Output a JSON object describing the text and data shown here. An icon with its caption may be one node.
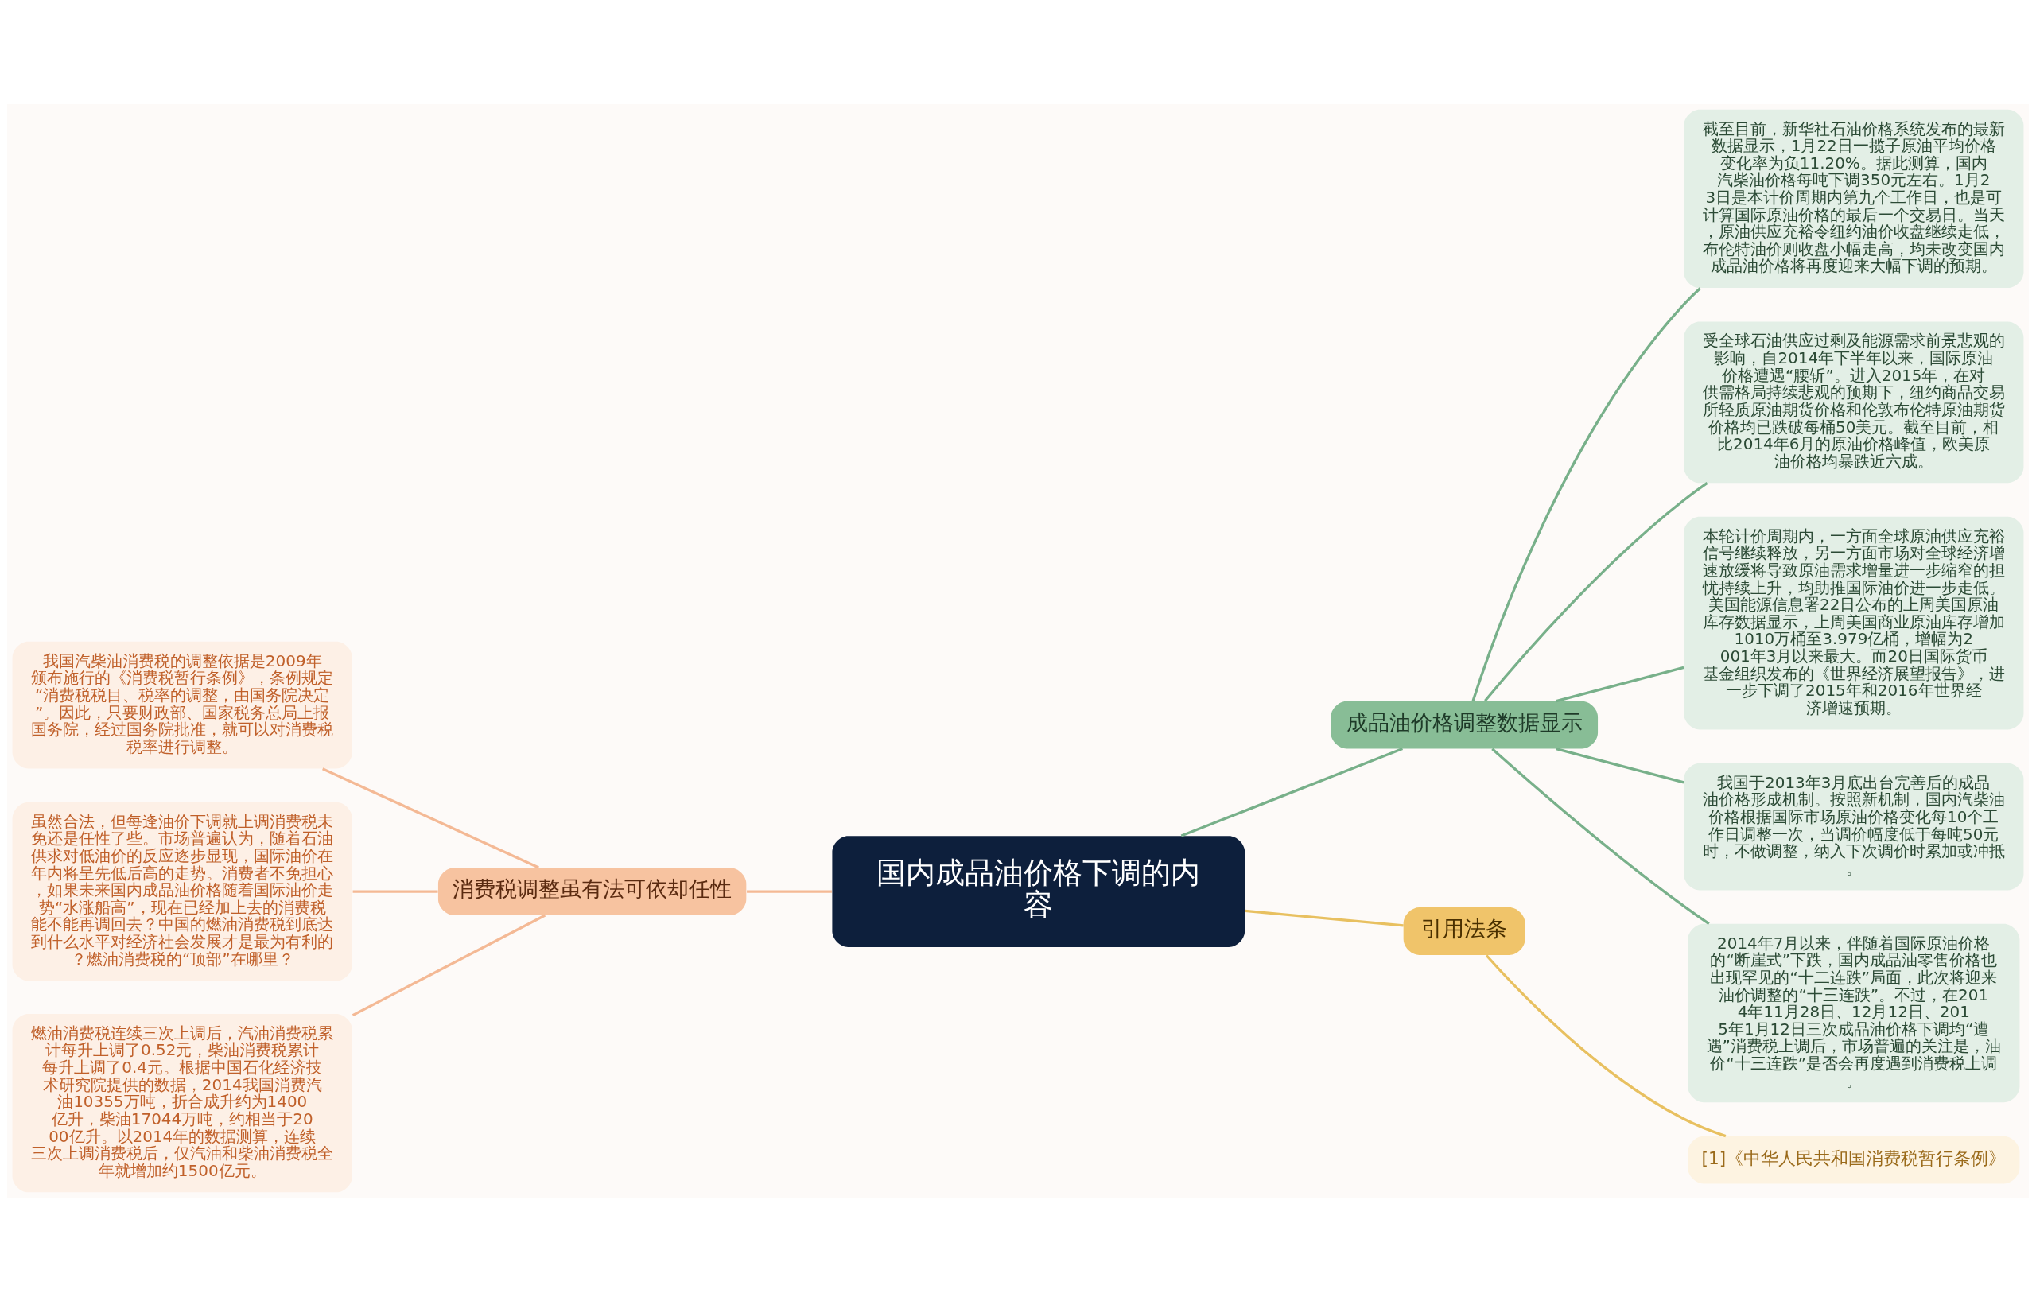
{
  "diagram": {
    "nodes": [
      {
        "text": [
          "国内成品油价格下调的内容"
        ]
      },
      {
        "text": [
          "成品油价格调整数据显示"
        ]
      },
      {
        "text": [
          "截至目前，新华社石油价格系统发布的最新数据显示，1月22日一揽子原油平均价格变化率为负11.20%。据此测算，国内汽柴油价格每吨下调350元左右。1月23日是本计价周期内第九个工作日，也是可计算国际原油价格的最后一个交易日。当天，原油供应充裕令纽约油价收盘继续走低，布伦特油价则收盘小幅走高，均未改变国内成品油价格将再度迎来大幅下调的预期。"
        ]
      },
      {
        "text": [
          "受全球石油供应过剩及能源需求前景悲观的影响，自2014年下半年以来，国际原油价格遭遇“腰斩”。进入2015年，在对供需格局持续悲观的预期下，纽约商品交易所轻质原油期货价格和伦敦布伦特原油期货价格均已跌破每桶50美元。截至目前，相比2014年6月的原油价格峰值，欧美原油价格均暴跌近六成。"
        ]
      },
      {
        "text": [
          "本轮计价周期内，一方面全球原油供应充裕信号继续释放，另一方面市场对全球经济增速放缓将导致原油需求增量进一步缩窄的担忧持续上升，均助推国际油价进一步走低。美国能源信息署22日公布的上周美国原油库存数据显示，上周美国商业原油库存增加1010万桶至3.979亿桶，增幅为2001年3月以来最大。而20日国际货币基金组织发布的《世界经济展望报告》，进一步下调了2015年和2016年世界经济增速预期。"
        ]
      },
      {
        "text": [
          "我国于2013年3月底出台完善后的成品油价格形成机制。按照新机制，国内汽柴油价格根据国际市场原油价格变化每10个工作日调整一次，当调价幅度低于每吨50元时，不做调整，纳入下次调价时累加或冲抵。"
        ]
      },
      {
        "text": [
          "2014年7月以来，伴随着国际原油价格的“断崖式”下跌，国内成品油零售价格也出现罕见的“十二连跌”局面，此次将迎来油价调整的“十三连跌”。不过，在2014年11月28日、12月12日、2015年1月12日三次成品油价格下调均“遭遇”消费税上调后，市场普遍的关注是，油价“十三连跌”是否会再度遇到消费税上调。"
        ]
      },
      {
        "text": [
          "消费税调整虽有法可依却任性"
        ]
      },
      {
        "text": [
          "我国汽柴油消费税的调整依据是2009年颁布施行的《消费税暂行条例》，条例规定“消费税税目、税率的调整，由国务院决定”。因此，只要财政部、国家税务总局上报国务院，经过国务院批准，就可以对消费税税率进行调整。"
        ]
      },
      {
        "text": [
          "虽然合法，但每逢油价下调就上调消费税未免还是任性了些。市场普遍认为，随着石油供求对低油价的反应逐步显现，国际油价在年内将呈先低后高的走势。消费者不免担心，如果未来国内成品油价格随着国际油价走势“水涨船高”，现在已经加上去的消费税能不能再调回去？中国的燃油消费税到底达到什么水平对经济社会发展才是最为有利的？燃油消费税的“顶部”在哪里？"
        ]
      },
      {
        "text": [
          "燃油消费税连续三次上调后，汽油消费税累计每升上调了0.52元，柴油消费税累计每升上调了0.4元。根据中国石化经济技术研究院提供的数据，2014我国消费汽油10355万吨，折合成升约为1400亿升，柴油17044万吨，约相当于2000亿升。以2014年的数据测算，连续三次上调消费税后，仅汽油和柴油消费税全年就增加约1500亿元。"
        ]
      },
      {
        "text": [
          "引用法条"
        ]
      },
      {
        "text": [
          "[1]《中华人民共和国消费税暂行条例》"
        ]
      }
    ],
    "edges": [
      {
        "from": 0,
        "to": 1,
        "arrow": "none",
        "color": "#78b08a"
      },
      {
        "from": 1,
        "to": 2,
        "arrow": "none",
        "color": "#78b08a"
      },
      {
        "from": 1,
        "to": 3,
        "arrow": "none",
        "color": "#78b08a"
      },
      {
        "from": 1,
        "to": 4,
        "arrow": "none",
        "color": "#78b08a"
      },
      {
        "from": 1,
        "to": 5,
        "arrow": "none",
        "color": "#78b08a"
      },
      {
        "from": 1,
        "to": 6,
        "arrow": "none",
        "color": "#78b08a"
      },
      {
        "from": 0,
        "to": 7,
        "arrow": "none",
        "color": "#f4b995"
      },
      {
        "from": 7,
        "to": 8,
        "arrow": "none",
        "color": "#f4b995"
      },
      {
        "from": 7,
        "to": 9,
        "arrow": "none",
        "color": "#f4b995"
      },
      {
        "from": 7,
        "to": 10,
        "arrow": "none",
        "color": "#f4b995"
      },
      {
        "from": 0,
        "to": 11,
        "arrow": "none",
        "color": "#e8c060"
      },
      {
        "from": 11,
        "to": 12,
        "arrow": "none",
        "color": "#e8c060"
      }
    ]
  }
}
